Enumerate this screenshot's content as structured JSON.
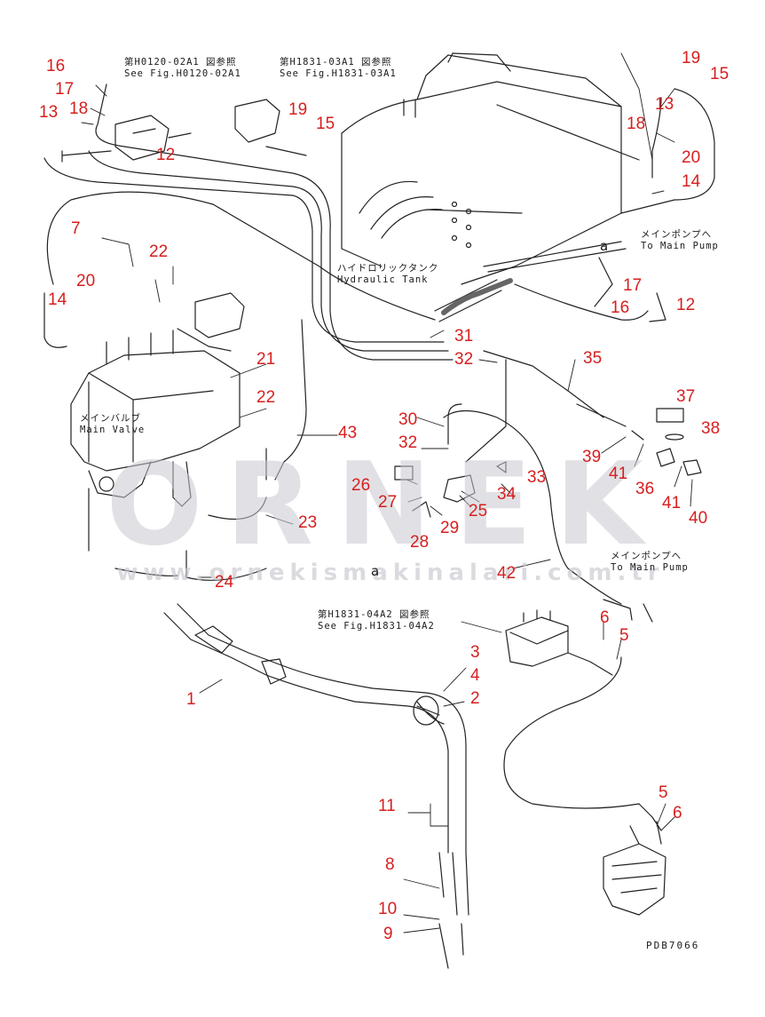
{
  "watermark": {
    "brand": "ORNEK",
    "url": "www.ornekismakinalari.com.tr"
  },
  "figure_code": "PDB7066",
  "view_letters": {
    "a_upper": "a",
    "a_lower": "a"
  },
  "references": {
    "ref_h0120": {
      "jp": "第H0120-02A1 図参照",
      "en": "See Fig.H0120-02A1"
    },
    "ref_h1831_03": {
      "jp": "第H1831-03A1 図参照",
      "en": "See Fig.H1831-03A1"
    },
    "ref_h1831_04": {
      "jp": "第H1831-04A2 図参照",
      "en": "See Fig.H1831-04A2"
    },
    "tank": {
      "jp": "ハイドロリックタンク",
      "en": "Hydraulic Tank"
    },
    "main_valve": {
      "jp": "メインバルブ",
      "en": "Main Valve"
    },
    "pump_upper": {
      "jp": "メインポンプへ",
      "en": "To Main Pump"
    },
    "pump_lower": {
      "jp": "メインポンプへ",
      "en": "To Main Pump"
    }
  },
  "callouts": [
    "16",
    "17",
    "18",
    "13",
    "12",
    "19",
    "15",
    "19",
    "15",
    "13",
    "18",
    "20",
    "14",
    "7",
    "22",
    "20",
    "14",
    "17",
    "16",
    "12",
    "31",
    "32",
    "35",
    "21",
    "22",
    "43",
    "37",
    "38",
    "30",
    "32",
    "39",
    "41",
    "26",
    "33",
    "27",
    "34",
    "25",
    "36",
    "41",
    "40",
    "23",
    "28",
    "29",
    "42",
    "24",
    "6",
    "5",
    "3",
    "4",
    "2",
    "1",
    "5",
    "6",
    "11",
    "8",
    "10",
    "9"
  ]
}
